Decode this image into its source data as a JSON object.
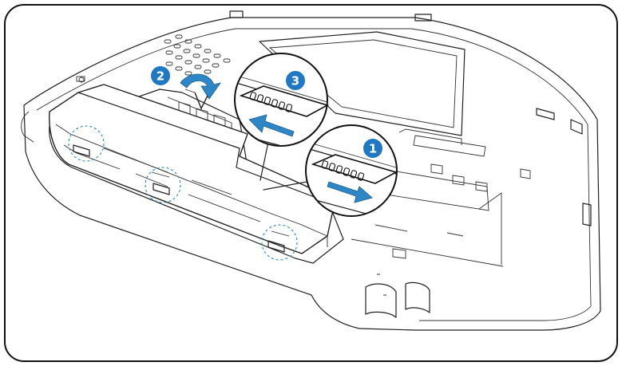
{
  "steps": {
    "step1": "1",
    "step2": "2",
    "step3": "3"
  },
  "colors": {
    "accent": "#2f86c6",
    "badge": "#1f78c1",
    "line": "#222222",
    "frame": "#111111",
    "callout_dash": "#3a8fd0"
  },
  "icons": {
    "latch_right": "latch-slide-right-icon",
    "latch_left": "latch-slide-left-icon",
    "battery_tilt": "curved-arrow-icon"
  }
}
